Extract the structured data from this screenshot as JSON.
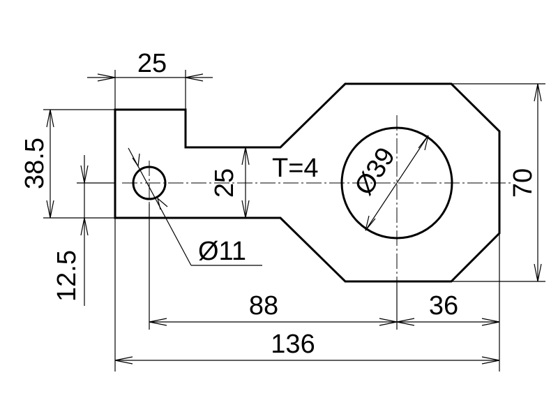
{
  "drawing": {
    "thickness_note": "T=4",
    "dimensions": {
      "tab_width": "25",
      "tab_height": "38.5",
      "hole_offset": "12.5",
      "neck_height": "25",
      "small_hole_diameter": "Ø11",
      "large_hole_diameter": "Ø39",
      "center_distance": "88",
      "end_offset": "36",
      "overall_length": "136",
      "overall_height": "70"
    }
  }
}
